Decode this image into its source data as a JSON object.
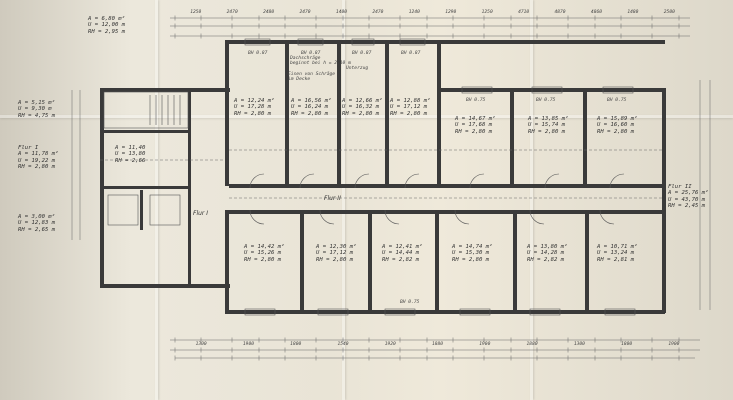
{
  "left_info": [
    {
      "area": "A = 6,80 m²",
      "perimeter": "U = 12,00 m",
      "height": "RH = 2,95 m"
    },
    {
      "area": "A = 5,15 m²",
      "perimeter": "U = 9,30 m",
      "height": "RH = 4,75 m"
    },
    {
      "flur": "Flur I",
      "area": "A = 11,78 m²",
      "perimeter": "U = 19,22 m",
      "height": "RH = 2,80 m"
    },
    {
      "area": "A = 3,00 m²",
      "perimeter": "U = 12,83 m",
      "height": "RH = 2,65 m"
    }
  ],
  "interior_small": [
    {
      "area": "A = 11,40",
      "perimeter": "U = 13,80",
      "height": "RH = 2,66"
    }
  ],
  "top_rooms": [
    {
      "area": "A = 12,24 m²",
      "perimeter": "U = 17,28 m",
      "height": "RH = 2,80 m"
    },
    {
      "area": "A = 16,56 m²",
      "perimeter": "U = 16,24 m",
      "height": "RH = 2,80 m"
    },
    {
      "area": "A = 12,66 m²",
      "perimeter": "U = 16,32 m",
      "height": "RH = 2,80 m"
    },
    {
      "area": "A = 12,88 m²",
      "perimeter": "U = 17,12 m",
      "height": "RH = 2,80 m"
    },
    {
      "area": "A = 14,67 m²",
      "perimeter": "U = 17,68 m",
      "height": "RH = 2,80 m"
    },
    {
      "area": "A = 13,85 m²",
      "perimeter": "U = 15,74 m",
      "height": "RH = 2,80 m"
    },
    {
      "area": "A = 15,89 m²",
      "perimeter": "U = 16,60 m",
      "height": "RH = 2,80 m"
    }
  ],
  "bottom_rooms": [
    {
      "area": "A = 14,42 m²",
      "perimeter": "U = 15,26 m",
      "height": "RH = 2,80 m"
    },
    {
      "area": "A = 12,30 m²",
      "perimeter": "U = 17,12 m",
      "height": "RH = 2,80 m"
    },
    {
      "area": "A = 12,41 m²",
      "perimeter": "U = 14,44 m",
      "height": "RH = 2,82 m"
    },
    {
      "area": "A = 14,74 m²",
      "perimeter": "U = 15,30 m",
      "height": "RH = 2,80 m"
    },
    {
      "area": "A = 13,80 m²",
      "perimeter": "U = 14,28 m",
      "height": "RH = 2,82 m"
    },
    {
      "area": "A = 10,71 m²",
      "perimeter": "U = 13,24 m",
      "height": "RH = 2,81 m"
    }
  ],
  "right_info": {
    "flur": "Flur II",
    "area": "A = 25,76 m²",
    "perimeter": "U = 43,70 m",
    "height": "RH = 2,45 m"
  },
  "corridor_labels": {
    "flur_ii": "Flur II",
    "flur_i": "Flur I"
  },
  "notes": {
    "dachschraege": "Dachschräge\nbeginnt bei h = 2,10 m",
    "unterzug": "Unterzug",
    "stahlschraege": "Eisen von Schräge\nim Decke"
  },
  "top_dims": [
    "1250",
    "2470",
    "2480",
    "2470",
    "1400",
    "2470",
    "1240",
    "1290",
    "1250",
    "4710",
    "4870",
    "4860",
    "1480",
    "2500"
  ],
  "bottom_dims": [
    "1300",
    "1900",
    "1800",
    "1540",
    "1920",
    "1880",
    "1900",
    "1880",
    "1300",
    "1800",
    "1900"
  ],
  "window_tags": [
    "BH 0.87",
    "BH 0.87",
    "BH 0.87",
    "BH 0.87",
    "BH 0.75",
    "BH 0.75",
    "BH 0.75",
    "BH 0.75"
  ],
  "colors": {
    "wall": "#3a3a3a",
    "paper": "#e9e4d6",
    "ink": "#333333"
  }
}
